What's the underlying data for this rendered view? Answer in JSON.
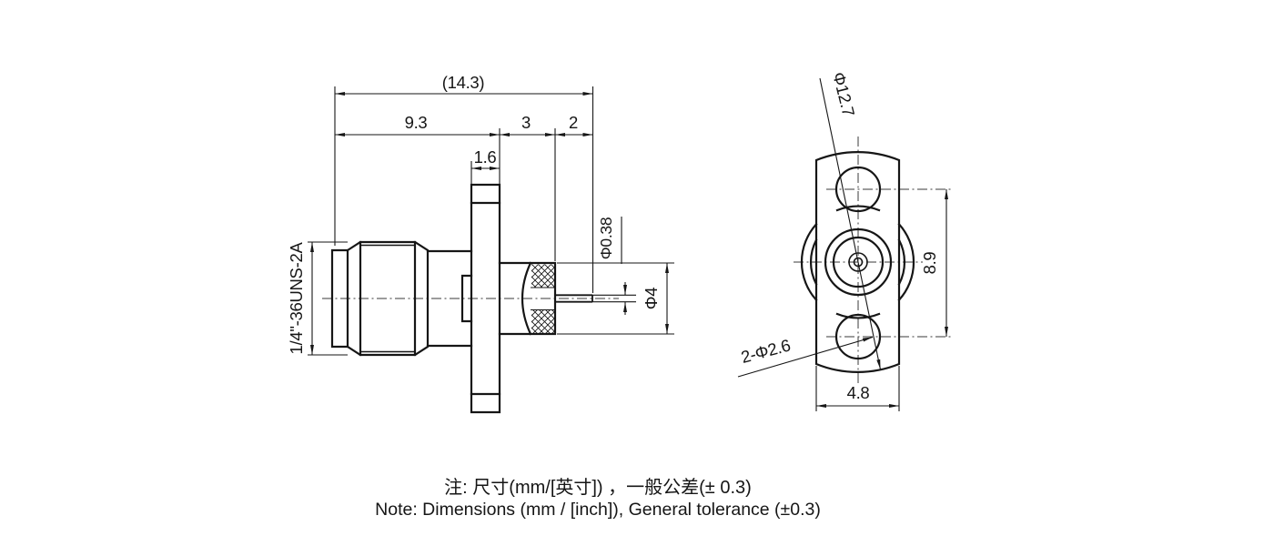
{
  "front_view": {
    "thread_spec": "1/4\"-36UNS-2A",
    "dim_overall_length": "(14.3)",
    "dim_body_length": "9.3",
    "dim_mid_length": "3",
    "dim_pin_length": "2",
    "dim_flange_thickness": "1.6",
    "dim_pin_diameter": "Φ0.38",
    "dim_body_diameter": "Φ4"
  },
  "side_view": {
    "dim_flange_diameter": "Φ12.7",
    "dim_hole_spacing": "8.9",
    "dim_flange_width": "4.8",
    "dim_mounting_holes": "2-Φ2.6"
  },
  "notes": {
    "line_cn": "注: 尺寸(mm/[英寸]) ，一般公差(± 0.3)",
    "line_en": "Note: Dimensions (mm / [inch]), General tolerance (±0.3)"
  },
  "colors": {
    "line": "#161616",
    "background": "#ffffff"
  }
}
